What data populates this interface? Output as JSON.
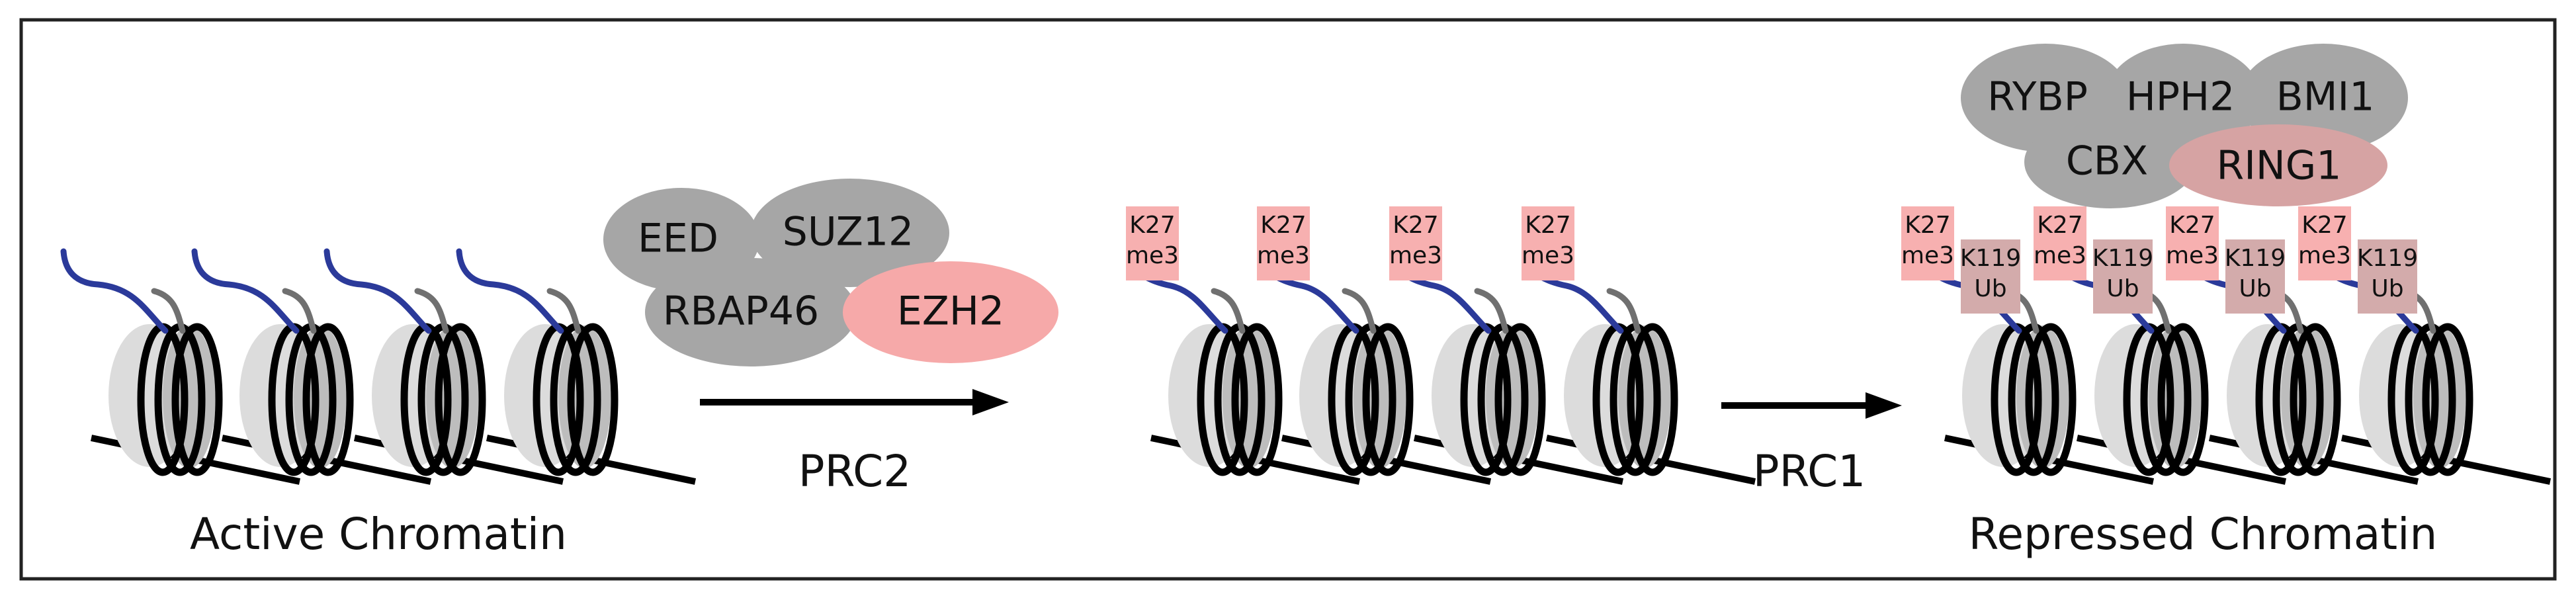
{
  "colors": {
    "frame": "#222222",
    "tail_blue": "#2b3a9a",
    "tail_gray": "#707070",
    "protein_gray": "#a6a6a6",
    "ezh2_fill": "#f6a9a9",
    "ring1_fill": "#d6a3a3",
    "k27_box": "#f7b0b0",
    "k119_box": "#d3abab",
    "nucleosome_light": "#dcdcdc",
    "nucleosome_mid": "#bdbdbd"
  },
  "icons": {
    "arrow": "right-arrow-icon",
    "nucleosome": "nucleosome-icon"
  },
  "panels": {
    "active": {
      "label": "Active Chromatin"
    },
    "repressed": {
      "label": "Repressed Chromatin"
    }
  },
  "prc2": {
    "arrow_label": "PRC2",
    "subunits": {
      "eed": "EED",
      "suz12": "SUZ12",
      "rbap46": "RBAP46",
      "ezh2": "EZH2"
    }
  },
  "prc1": {
    "arrow_label": "PRC1",
    "subunits": {
      "rybp": "RYBP",
      "hph2": "HPH2",
      "bmi1": "BMI1",
      "cbx": "CBX",
      "ring1": "RING1"
    }
  },
  "marks": {
    "k27": {
      "line1": "K27",
      "line2": "me3"
    },
    "k119": {
      "line1": "K119",
      "line2": "Ub"
    }
  }
}
